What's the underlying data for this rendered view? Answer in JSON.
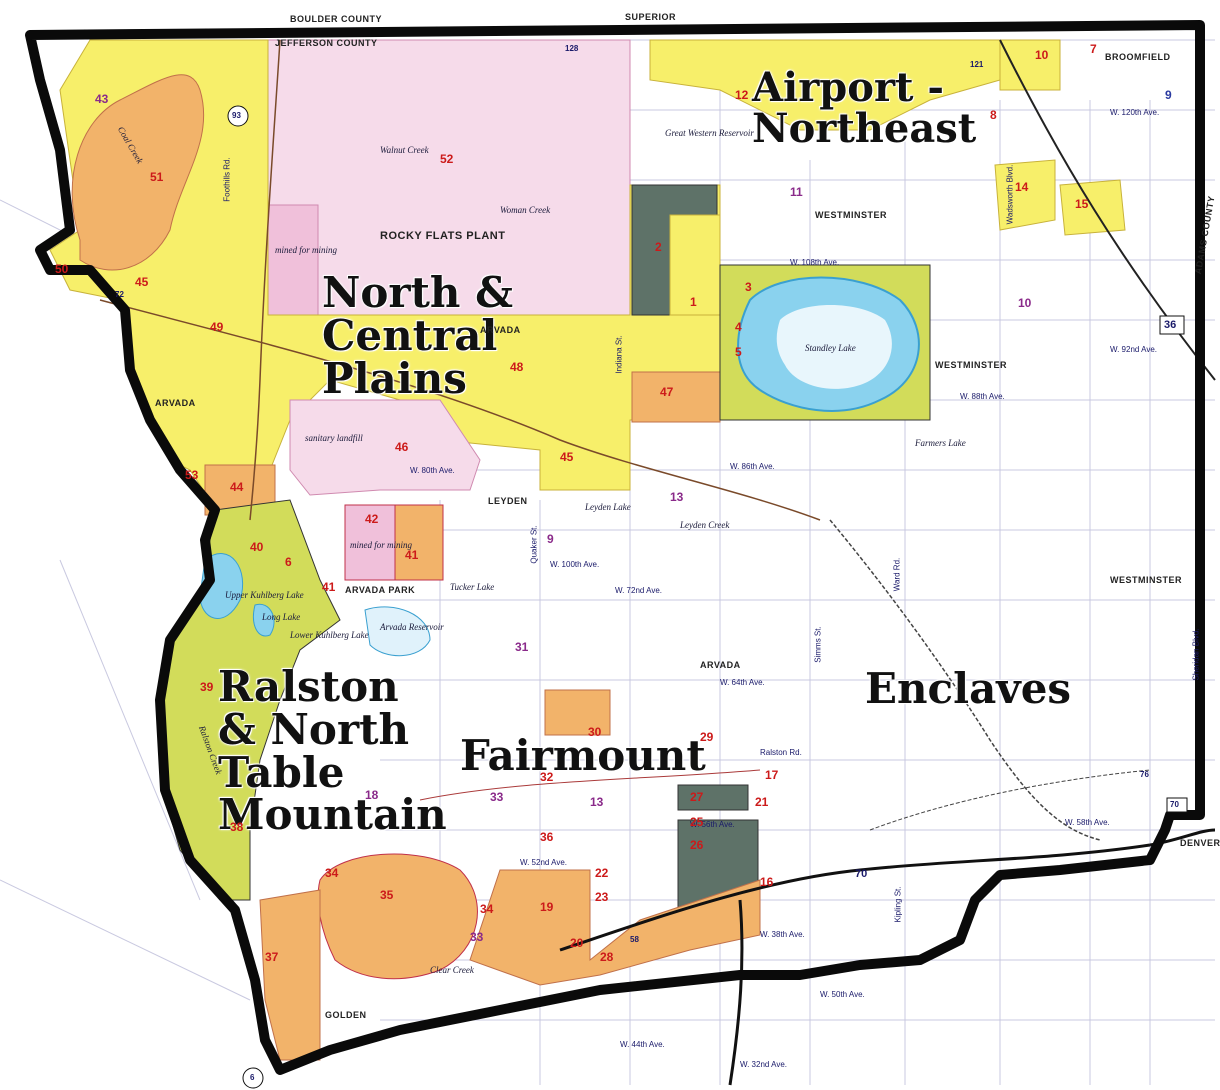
{
  "regions": {
    "airport_northeast": "Airport -\nNortheast",
    "north_central_plains": "North &\nCentral\nPlains",
    "ralston": "Ralston\n& North\nTable\nMountain",
    "fairmount": "Fairmount",
    "enclaves": "Enclaves"
  },
  "places": {
    "boulder_county": "BOULDER COUNTY",
    "jefferson_county": "JEFFERSON COUNTY",
    "superior": "SUPERIOR",
    "broomfield": "BROOMFIELD",
    "westminster_1": "WESTMINSTER",
    "westminster_2": "WESTMINSTER",
    "westminster_3": "WESTMINSTER",
    "rocky_flats": "ROCKY FLATS PLANT",
    "arvada_1": "ARVADA",
    "arvada_2": "ARVADA",
    "arvada_3": "ARVADA",
    "arvada_park": "ARVADA PARK",
    "leyden": "LEYDEN",
    "golden": "GOLDEN",
    "adams_county": "ADAMS COUNTY",
    "denver_county": "DENVER COUNTY"
  },
  "features": {
    "standley_lake": "Standley Lake",
    "great_western": "Great Western Reservoir",
    "arvada_reservoir": "Arvada Reservoir",
    "leyden_lake": "Leyden Lake",
    "ralston_creek": "Ralston Creek",
    "clear_creek": "Clear Creek",
    "coal_creek": "Coal Creek",
    "leyden_creek": "Leyden Creek",
    "woman_creek": "Woman Creek",
    "walnut_creek": "Walnut Creek",
    "tucker_lake": "Tucker Lake",
    "long_lake": "Long Lake",
    "lower_kuhlberg": "Lower Kuhlberg Lake",
    "upper_kuhlberg": "Upper Kuhlberg Lake",
    "sanitary_landfill": "sanitary landfill",
    "mined_1": "mined for mining",
    "mined_2": "mined for mining",
    "farmers_lake": "Farmers Lake"
  },
  "roads": {
    "w_120th": "W. 120th Ave.",
    "w_108th": "W. 108th Ave.",
    "w_100th": "W. 100th Ave.",
    "w_88th": "W. 88th Ave.",
    "w_92nd": "W. 92nd Ave.",
    "w_86th": "W. 86th Ave.",
    "w_80th": "W. 80th Ave.",
    "w_72nd": "W. 72nd Ave.",
    "w_64th": "W. 64th Ave.",
    "w_58th": "W. 58th Ave.",
    "w_52nd": "W. 52nd Ave.",
    "w_56th": "W. 56th Ave.",
    "w_50th": "W. 50th Ave.",
    "w_44th": "W. 44th Ave.",
    "w_32nd": "W. 32nd Ave.",
    "w_38th": "W. 38th Ave.",
    "indiana": "Indiana St.",
    "foothills": "Foothills Rd.",
    "wadsworth": "Wadsworth Blvd.",
    "kipling": "Kipling St.",
    "sheridan": "Sheridan Blvd.",
    "simms": "Simms St.",
    "ward": "Ward Rd.",
    "quaker": "Quaker St.",
    "ralston_rd": "Ralston Rd.",
    "i70_a": "70",
    "i70_b": "70",
    "i76": "76",
    "us36": "36",
    "sh93": "93",
    "sh72": "72",
    "sh58": "58",
    "sh6": "6",
    "sh128": "128",
    "sh121": "121"
  },
  "numbers": [
    {
      "id": "n43",
      "t": "43"
    },
    {
      "id": "n51",
      "t": "51"
    },
    {
      "id": "n50",
      "t": "50"
    },
    {
      "id": "n45a",
      "t": "45"
    },
    {
      "id": "n49",
      "t": "49"
    },
    {
      "id": "n52",
      "t": "52"
    },
    {
      "id": "n48",
      "t": "48"
    },
    {
      "id": "n47",
      "t": "47"
    },
    {
      "id": "n46",
      "t": "46"
    },
    {
      "id": "n45b",
      "t": "45"
    },
    {
      "id": "n44",
      "t": "44"
    },
    {
      "id": "n53",
      "t": "53"
    },
    {
      "id": "n42",
      "t": "42"
    },
    {
      "id": "n41a",
      "t": "41"
    },
    {
      "id": "n41b",
      "t": "41"
    },
    {
      "id": "n6",
      "t": "6"
    },
    {
      "id": "n39",
      "t": "39"
    },
    {
      "id": "n31",
      "t": "31"
    },
    {
      "id": "n30",
      "t": "30"
    },
    {
      "id": "n29",
      "t": "29"
    },
    {
      "id": "n33a",
      "t": "33"
    },
    {
      "id": "n34a",
      "t": "34"
    },
    {
      "id": "n35",
      "t": "35"
    },
    {
      "id": "n34b",
      "t": "34"
    },
    {
      "id": "n33b",
      "t": "33"
    },
    {
      "id": "n19",
      "t": "19"
    },
    {
      "id": "n22",
      "t": "22"
    },
    {
      "id": "n23",
      "t": "23"
    },
    {
      "id": "n20",
      "t": "20"
    },
    {
      "id": "n37",
      "t": "37"
    },
    {
      "id": "n36",
      "t": "36"
    },
    {
      "id": "n13a",
      "t": "13"
    },
    {
      "id": "n13b",
      "t": "13"
    },
    {
      "id": "n9a",
      "t": "9"
    },
    {
      "id": "n9b",
      "t": "9"
    },
    {
      "id": "n1",
      "t": "1"
    },
    {
      "id": "n2",
      "t": "2"
    },
    {
      "id": "n3",
      "t": "3"
    },
    {
      "id": "n4",
      "t": "4"
    },
    {
      "id": "n5",
      "t": "5"
    },
    {
      "id": "n10a",
      "t": "10"
    },
    {
      "id": "n10b",
      "t": "10"
    },
    {
      "id": "n12",
      "t": "12"
    },
    {
      "id": "n14",
      "t": "14"
    },
    {
      "id": "n15",
      "t": "15"
    },
    {
      "id": "n16",
      "t": "16"
    },
    {
      "id": "n17",
      "t": "17"
    },
    {
      "id": "n18",
      "t": "18"
    },
    {
      "id": "n21",
      "t": "21"
    },
    {
      "id": "n27",
      "t": "27"
    },
    {
      "id": "n7",
      "t": "7"
    },
    {
      "id": "n8",
      "t": "8"
    },
    {
      "id": "n11",
      "t": "11"
    },
    {
      "id": "n25",
      "t": "25"
    },
    {
      "id": "n26",
      "t": "26"
    },
    {
      "id": "n28",
      "t": "28"
    },
    {
      "id": "n32",
      "t": "32"
    },
    {
      "id": "n38",
      "t": "38"
    },
    {
      "id": "n40",
      "t": "40"
    }
  ],
  "colors": {
    "yellow": "#f7ef6a",
    "orange": "#f2b36a",
    "olive": "#d2dc5a",
    "pink": "#f6dbea",
    "gray_green": "#5e7268",
    "lake": "#8ad2ee",
    "boundary": "#0a0a0a"
  }
}
